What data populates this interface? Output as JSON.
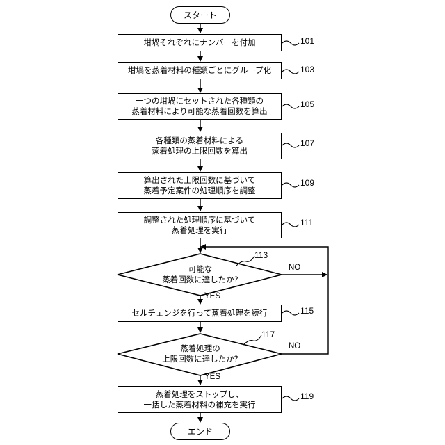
{
  "start": "スタート",
  "end": "エンド",
  "steps": [
    {
      "ref": "101",
      "text": "坩堝それぞれにナンバーを付加"
    },
    {
      "ref": "103",
      "text": "坩堝を蒸着材料の種類ごとにグループ化"
    },
    {
      "ref": "105",
      "text": "一つの坩堝にセットされた各種類の\n蒸着材料により可能な蒸着回数を算出"
    },
    {
      "ref": "107",
      "text": "各種類の蒸着材料による\n蒸着処理の上限回数を算出"
    },
    {
      "ref": "109",
      "text": "算出された上限回数に基づいて\n蒸着予定案件の処理順序を調整"
    },
    {
      "ref": "111",
      "text": "調整された処理順序に基づいて\n蒸着処理を実行"
    },
    {
      "ref": "115",
      "text": "セルチェンジを行って蒸着処理を続行"
    },
    {
      "ref": "119",
      "text": "蒸着処理をストップし、\n一括した蒸着材料の補充を実行"
    }
  ],
  "decisions": [
    {
      "ref": "113",
      "text": "可能な\n蒸着回数に達したか?",
      "yes": "YES",
      "no": "NO"
    },
    {
      "ref": "117",
      "text": "蒸着処理の\n上限回数に達したか?",
      "yes": "YES",
      "no": "NO"
    }
  ]
}
